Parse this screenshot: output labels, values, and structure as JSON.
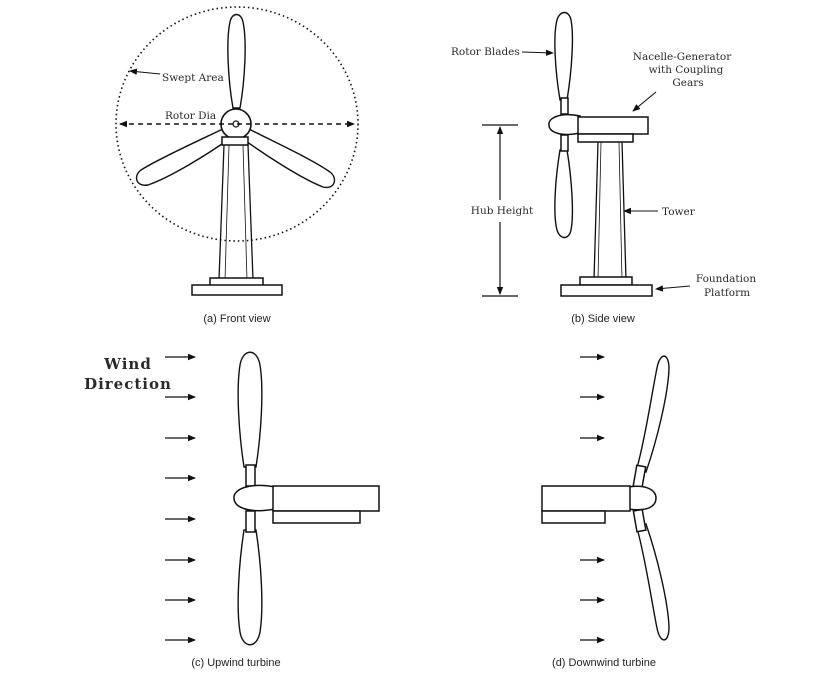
{
  "colors": {
    "line": "#111111",
    "text": "#2a2a2a",
    "background": "#ffffff"
  },
  "front": {
    "swept_area": "Swept Area",
    "rotor_dia": "Rotor Dia",
    "caption": "(a) Front view"
  },
  "side": {
    "rotor_blades": "Rotor Blades",
    "nacelle_1": "Nacelle-Generator",
    "nacelle_2": "with Coupling",
    "nacelle_3": "Gears",
    "hub_height": "Hub Height",
    "tower": "Tower",
    "foundation_1": "Foundation",
    "foundation_2": "Platform",
    "caption": "(b) Side view"
  },
  "upwind": {
    "wind_1": "Wind",
    "wind_2": "Direction",
    "caption": "(c) Upwind turbine"
  },
  "downwind": {
    "caption": "(d) Downwind turbine"
  }
}
